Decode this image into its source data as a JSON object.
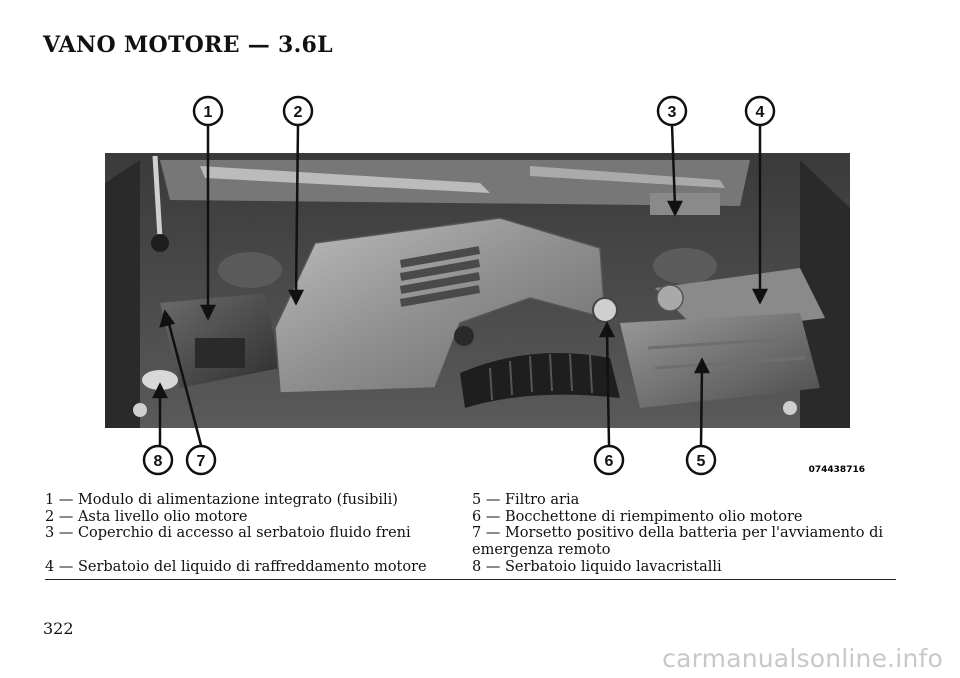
{
  "page": {
    "title": "VANO MOTORE — 3.6L",
    "page_number": "322",
    "watermark": "carmanualsonline.info"
  },
  "figure": {
    "image_code": "074438716",
    "callouts": [
      "1",
      "2",
      "3",
      "4",
      "5",
      "6",
      "7",
      "8"
    ]
  },
  "legend": {
    "left": [
      "1 — Modulo di alimentazione integrato (fusibili)",
      "2 — Asta livello olio motore",
      "3 — Coperchio di accesso al serbatoio fluido freni",
      "4 — Serbatoio del liquido di raffreddamento motore"
    ],
    "right": [
      "5 — Filtro aria",
      "6 — Bocchettone di riempimento olio motore",
      "7 — Morsetto positivo della batteria per l'avviamento di emergenza remoto",
      "8 — Serbatoio liquido lavacristalli"
    ]
  }
}
